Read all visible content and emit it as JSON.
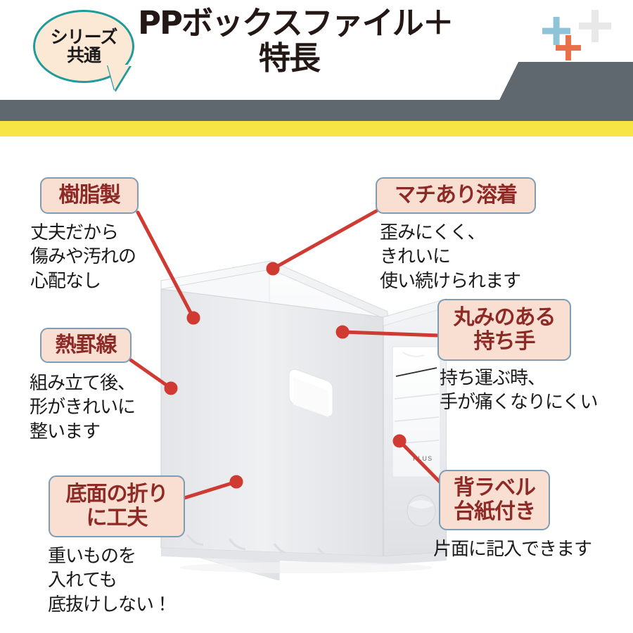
{
  "header": {
    "badge_line1": "シリーズ",
    "badge_line2": "共通",
    "title_line1": "PPボックスファイル＋",
    "title_line2": "特長",
    "badge_fill": "#fbe9d5",
    "badge_border": "#1f9b9b",
    "band_color": "#5e686e",
    "accent_bar_color": "#f7e546",
    "plus_colors": [
      "#8fc4d8",
      "#e8e8e8",
      "#e8714a"
    ]
  },
  "product": {
    "brand_label": "PLUS",
    "body_color": "#eeeef0",
    "alt_name": "PP box file - white translucent"
  },
  "styles": {
    "chip_fill": "#f9dfd2",
    "chip_border": "#7f9cb5",
    "chip_text": "#8d2a26",
    "leader_color": "#cf3b32",
    "desc_text": "#1a1a1a"
  },
  "callouts": [
    {
      "id": "resin",
      "title": "樹脂製",
      "description": "丈夫だから\n傷みや汚れの\n心配なし"
    },
    {
      "id": "gusset-weld",
      "title": "マチあり溶着",
      "description": "歪みにくく、\nきれいに\n使い続けられます"
    },
    {
      "id": "heat-score-line",
      "title": "熱罫線",
      "description": "組み立て後、\n形がきれいに\n整います"
    },
    {
      "id": "rounded-handle",
      "title": "丸みのある\n持ち手",
      "description": "持ち運ぶ時、\n手が痛くなりにくい"
    },
    {
      "id": "bottom-fold",
      "title": "底面の折り\nに工夫",
      "description": "重いものを\n入れても\n底抜けしない！"
    },
    {
      "id": "spine-label",
      "title": "背ラベル\n台紙付き",
      "description": "片面に記入できます"
    }
  ]
}
